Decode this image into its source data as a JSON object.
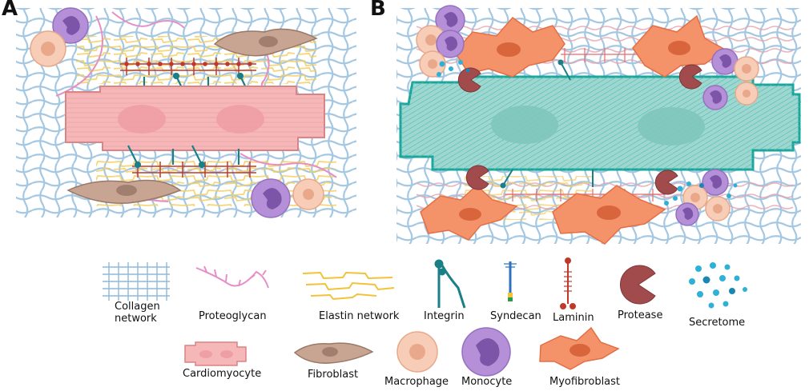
{
  "panels": {
    "a": {
      "letter": "A"
    },
    "b": {
      "letter": "B"
    }
  },
  "legend": {
    "collagen": "Collagen network",
    "proteoglycan": "Proteoglycan",
    "elastin": "Elastin network",
    "integrin": "Integrin",
    "syndecan": "Syndecan",
    "laminin": "Laminin",
    "protease": "Protease",
    "secretome": "Secretome",
    "cardiomyocyte": "Cardiomyocyte",
    "fibroblast": "Fibroblast",
    "macrophage": "Macrophage",
    "monocyte": "Monocyte",
    "myofibroblast": "Myofibroblast"
  },
  "colors": {
    "collagen": "#8fb9d9",
    "proteoglycan": "#e58fc6",
    "elastin": "#f2c23a",
    "cardiomyocyte_healthy": "#f6b7b9",
    "cardiomyocyte_border": "#d98484",
    "cardiomyocyte_fibrotic": "#9fd7d0",
    "cardiomyocyte_fibrotic_border": "#1aa69a",
    "fibroblast": "#c8a592",
    "myofibroblast": "#f4926a",
    "macrophage": "#f8cdb8",
    "monocyte": "#b590d8",
    "protease": "#a24b4d",
    "secretome": "#2fb0d6",
    "integrin": "#1a7f86",
    "syndecan": "#2b72c2",
    "laminin": "#c0392b"
  }
}
